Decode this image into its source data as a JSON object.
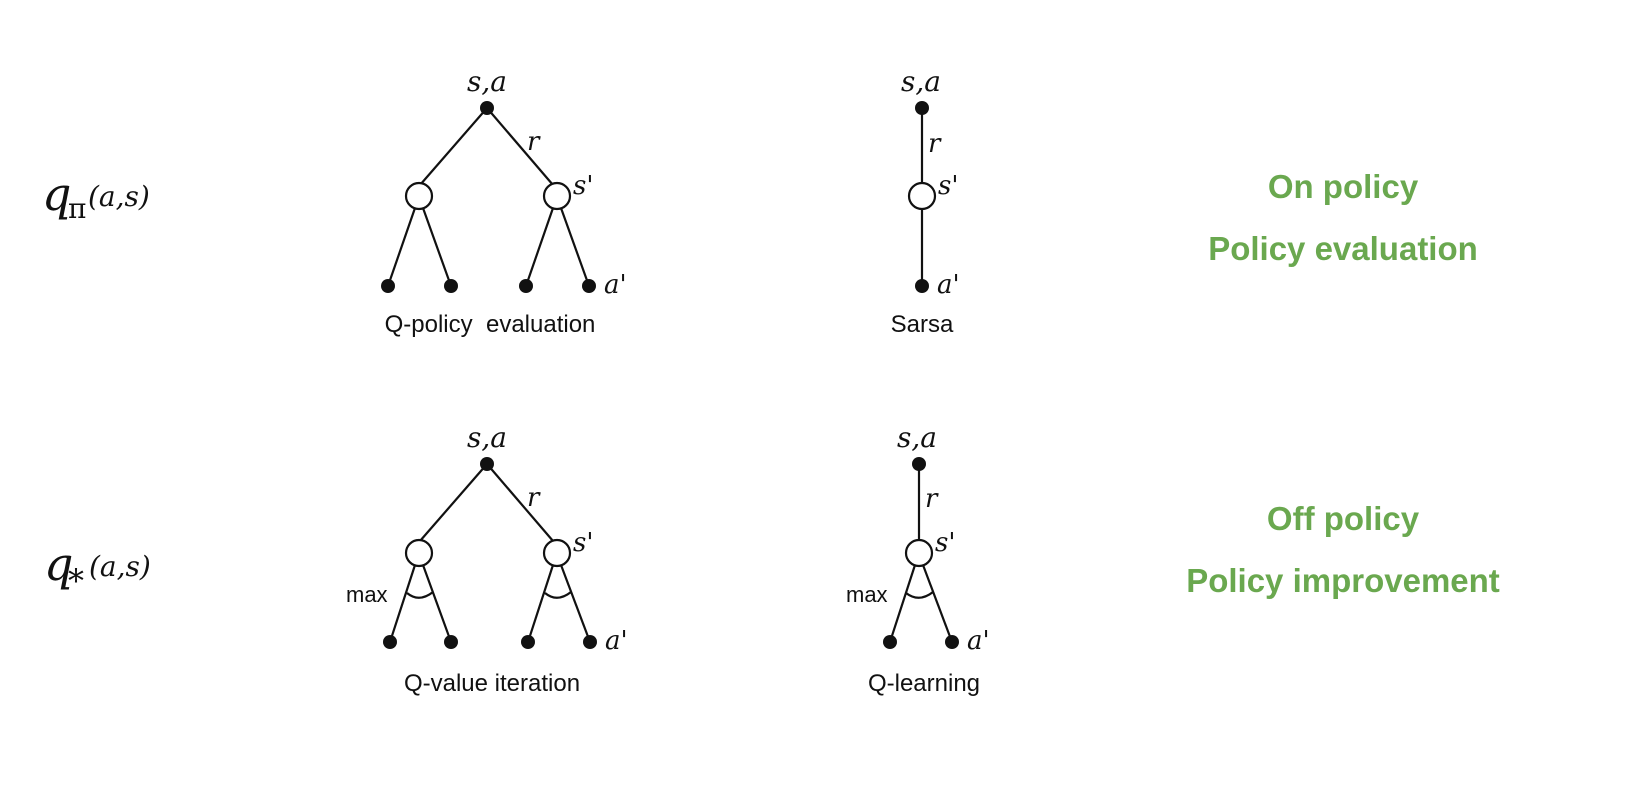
{
  "rows": [
    {
      "func": {
        "q": "q",
        "sub": "π",
        "args": "(a,s)"
      },
      "right_line1": "On policy",
      "right_line2": "Policy evaluation",
      "diagram_tree": {
        "root": "s,a",
        "reward": "r",
        "next_state": "s'",
        "next_action": "a'",
        "caption": "Q-policy  evaluation"
      },
      "diagram_chain": {
        "root": "s,a",
        "reward": "r",
        "next_state": "s'",
        "next_action": "a'",
        "caption": "Sarsa"
      }
    },
    {
      "func": {
        "q": "q",
        "sub": "*",
        "args": "(a,s)"
      },
      "right_line1": "Off policy",
      "right_line2": "Policy improvement",
      "diagram_tree": {
        "root": "s,a",
        "reward": "r",
        "next_state": "s'",
        "next_action": "a'",
        "max_label": "max",
        "caption": "Q-value iteration"
      },
      "diagram_chain": {
        "root": "s,a",
        "reward": "r",
        "next_state": "s'",
        "next_action": "a'",
        "max_label": "max",
        "caption": "Q-learning"
      }
    }
  ],
  "colors": {
    "accent": "#6aa84f",
    "ink": "#111111"
  }
}
